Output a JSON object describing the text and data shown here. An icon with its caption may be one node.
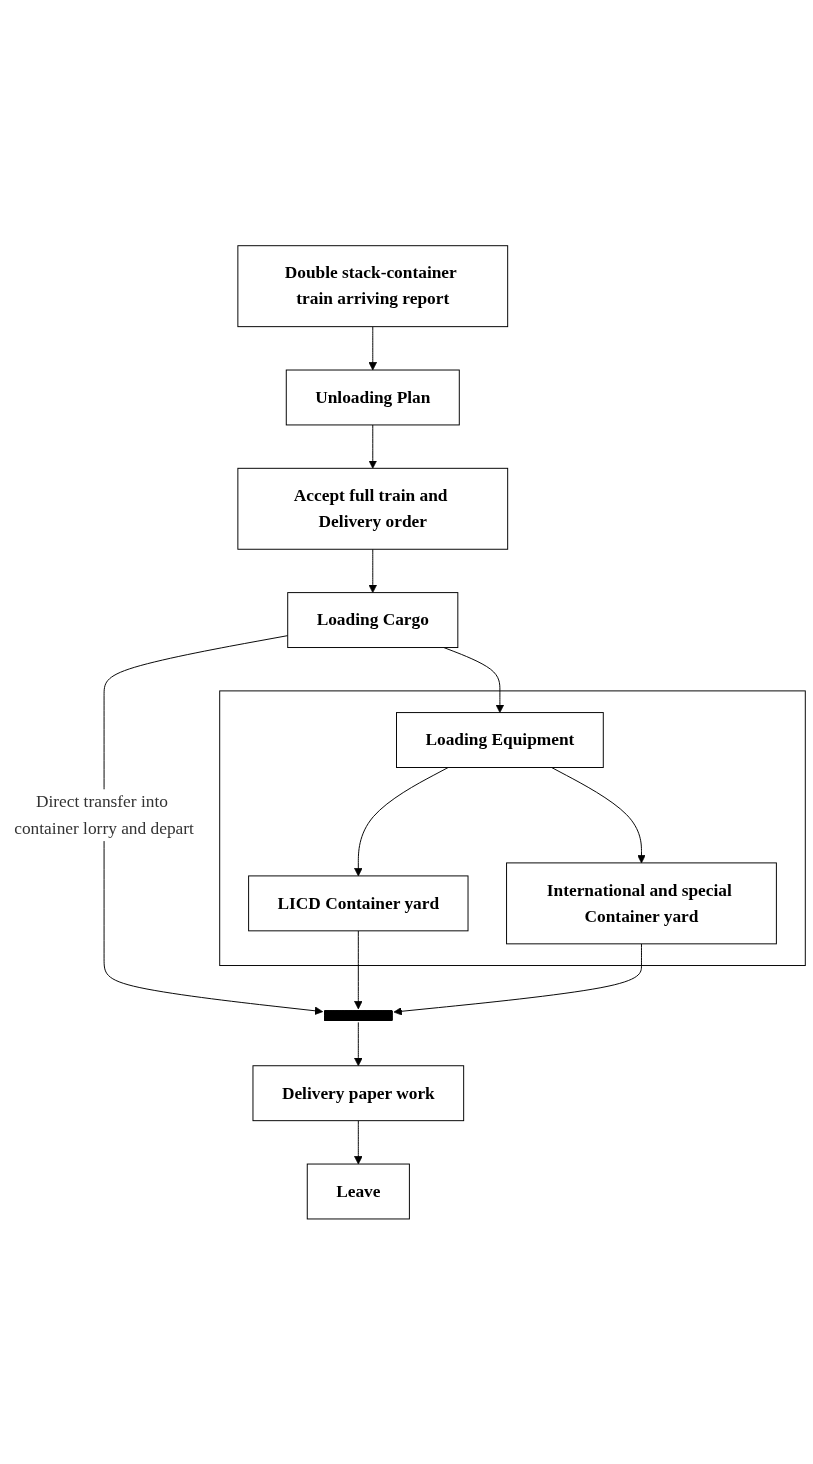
{
  "diagram": {
    "nodes": [
      {
        "text": [
          "Double stack-container train arriving report"
        ]
      },
      {
        "text": [
          "Unloading Plan"
        ]
      },
      {
        "text": [
          "Accept full train and Delivery order"
        ]
      },
      {
        "text": [
          "Loading Cargo"
        ]
      },
      {
        "text": [],
        "shape": "box"
      },
      {
        "text": [
          "Loading Equipment"
        ],
        "in": 4
      },
      {
        "text": [
          "LICD Container yard"
        ],
        "in": 4
      },
      {
        "text": [
          "International and special Container yard"
        ],
        "in": 4
      },
      {
        "text": [],
        "shape": "bar"
      },
      {
        "text": [
          "Delivery paper work"
        ]
      },
      {
        "text": [
          "Leave"
        ]
      }
    ],
    "edges": [
      {
        "from": 0,
        "to": 1,
        "arrow": "to"
      },
      {
        "from": 1,
        "to": 2,
        "arrow": "to"
      },
      {
        "from": 2,
        "to": 3,
        "arrow": "to"
      },
      {
        "from": 3,
        "to": 5,
        "arrow": "to"
      },
      {
        "from": 3,
        "to": 8,
        "arrow": "to",
        "label": "Direct transfer into container lorry and depart"
      },
      {
        "from": 5,
        "to": 6,
        "arrow": "to"
      },
      {
        "from": 5,
        "to": 7,
        "arrow": "to"
      },
      {
        "from": 6,
        "to": 8,
        "arrow": "to"
      },
      {
        "from": 7,
        "to": 8,
        "arrow": "to"
      },
      {
        "from": 8,
        "to": 9,
        "arrow": "to"
      },
      {
        "from": 9,
        "to": 10,
        "arrow": "to"
      }
    ]
  }
}
